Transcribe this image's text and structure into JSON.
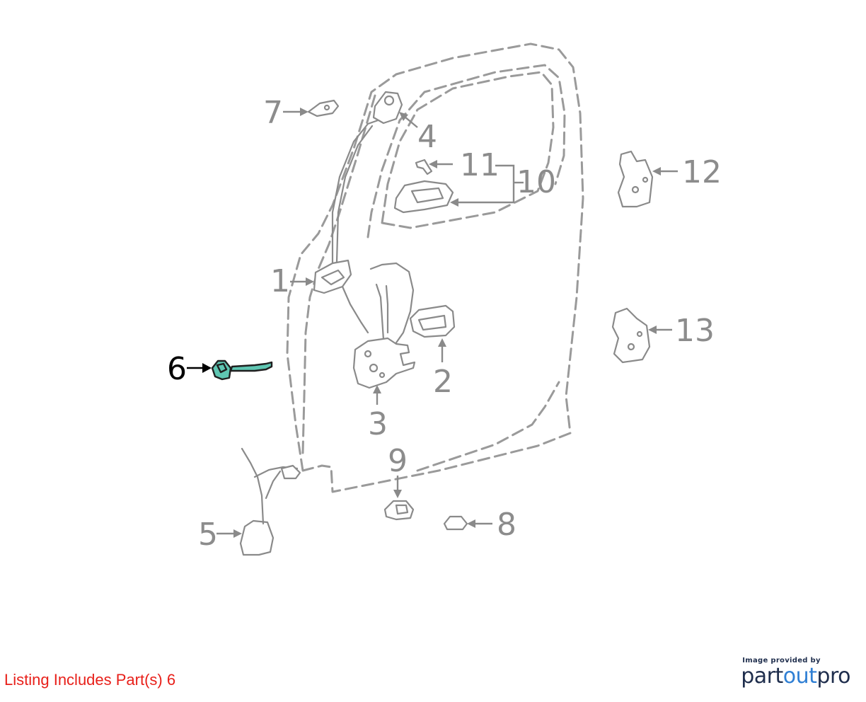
{
  "callouts": {
    "c1": "1",
    "c2": "2",
    "c3": "3",
    "c4": "4",
    "c5": "5",
    "c6": "6",
    "c7": "7",
    "c8": "8",
    "c9": "9",
    "c10": "10",
    "c11": "11",
    "c12": "12",
    "c13": "13"
  },
  "highlighted_part": "6",
  "footer": {
    "listing_note": "Listing Includes Part(s) 6"
  },
  "brand": {
    "caption": "Image provided by",
    "name_part1": "part",
    "name_part2": "out",
    "name_part3": "pro"
  },
  "colors": {
    "highlight_fill": "#5fc6b2",
    "callout_gray": "#8c8c8c",
    "note_red": "#e8201a",
    "brand_navy": "#1f2e4d",
    "brand_blue": "#2f7fd4"
  }
}
